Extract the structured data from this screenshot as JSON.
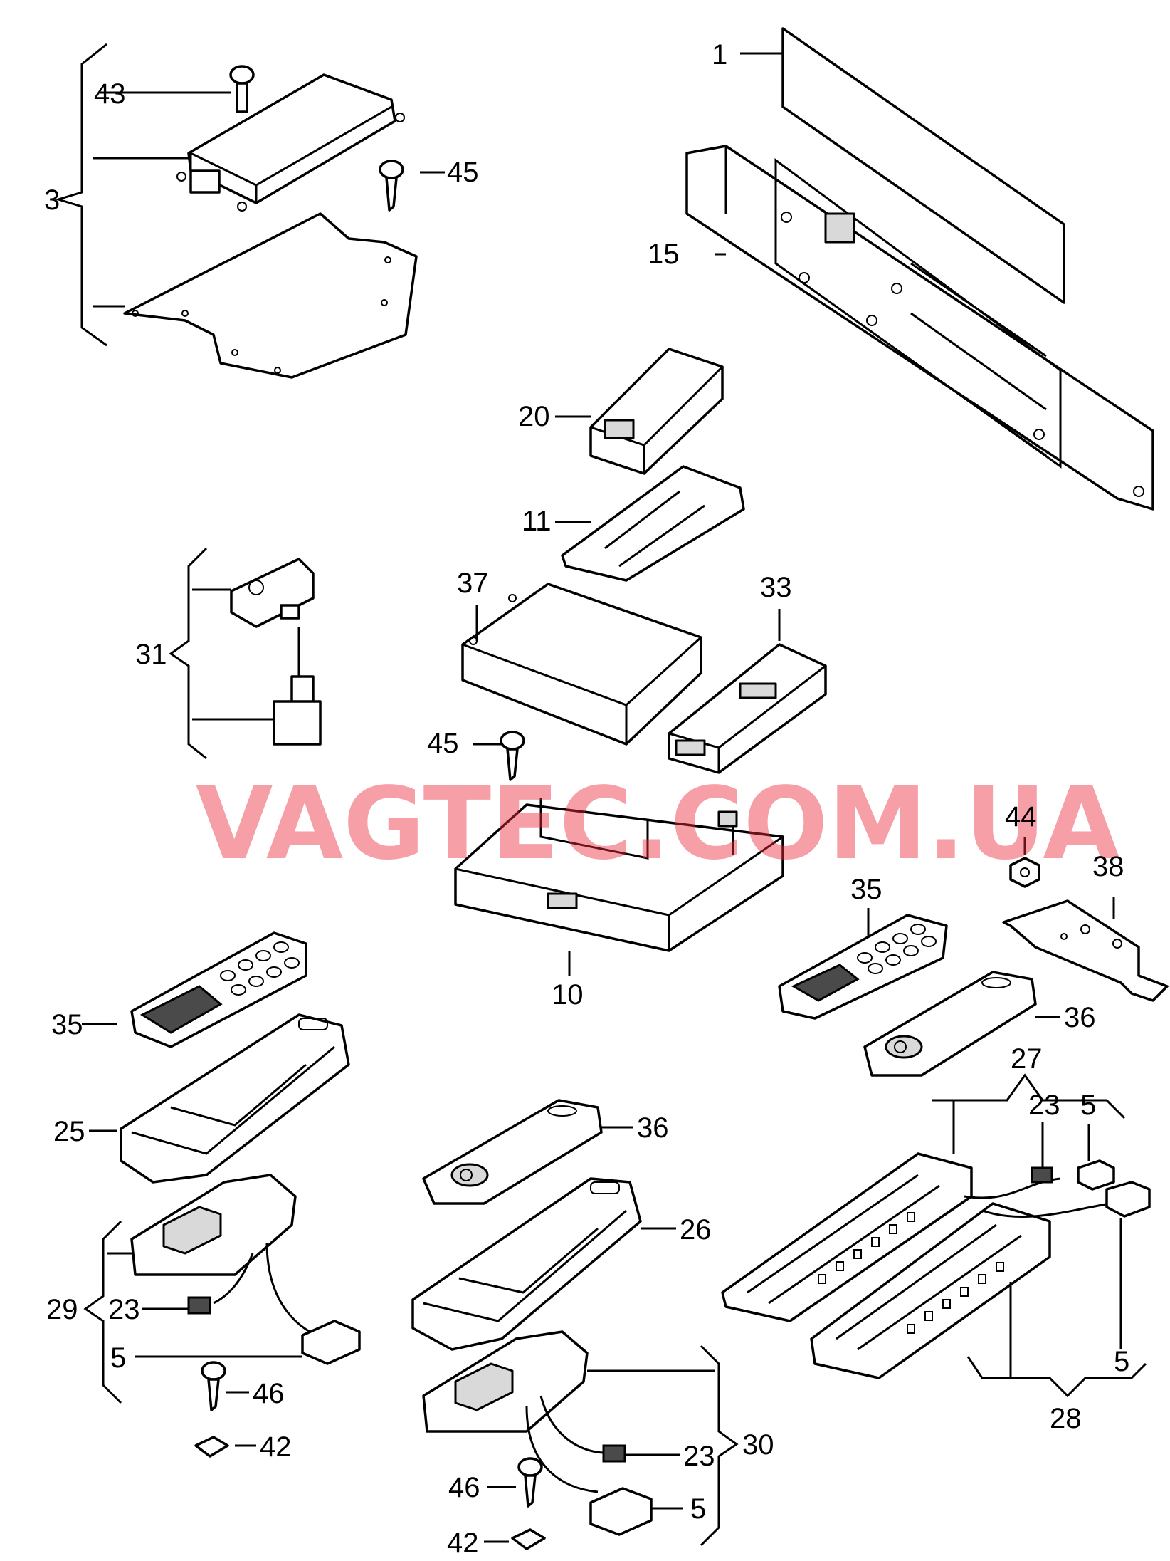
{
  "watermark": "VAGTEC.COM.UA",
  "labels": {
    "l1": "1",
    "l3": "3",
    "l43": "43",
    "l45a": "45",
    "l15": "15",
    "l20": "20",
    "l11": "11",
    "l31": "31",
    "l37": "37",
    "l33": "33",
    "l45b": "45",
    "l44": "44",
    "l38": "38",
    "l10": "10",
    "l35a": "35",
    "l35b": "35",
    "l36a": "36",
    "l36b": "36",
    "l25": "25",
    "l27": "27",
    "l23a": "23",
    "l5a": "5",
    "l26": "26",
    "l29": "29",
    "l23b": "23",
    "l5b": "5",
    "l46a": "46",
    "l42a": "42",
    "l5c": "5",
    "l28": "28",
    "l30": "30",
    "l23c": "23",
    "l46b": "46",
    "l5d": "5",
    "l42b": "42"
  }
}
